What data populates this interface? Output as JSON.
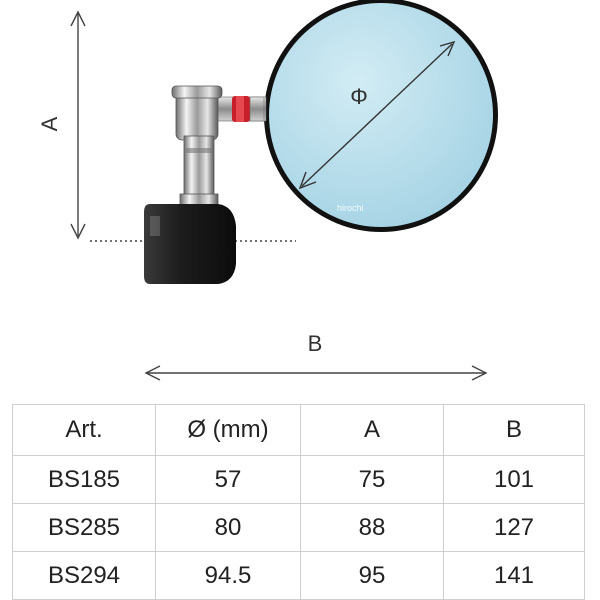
{
  "diagram": {
    "label_a": "A",
    "label_b": "B",
    "label_diameter": "Φ",
    "watermark": "hirochi"
  },
  "table": {
    "headers": [
      "Art.",
      "Ø (mm)",
      "A",
      "B"
    ],
    "rows": [
      [
        "BS185",
        "57",
        "75",
        "101"
      ],
      [
        "BS285",
        "80",
        "88",
        "127"
      ],
      [
        "BS294",
        "94.5",
        "95",
        "141"
      ]
    ]
  }
}
